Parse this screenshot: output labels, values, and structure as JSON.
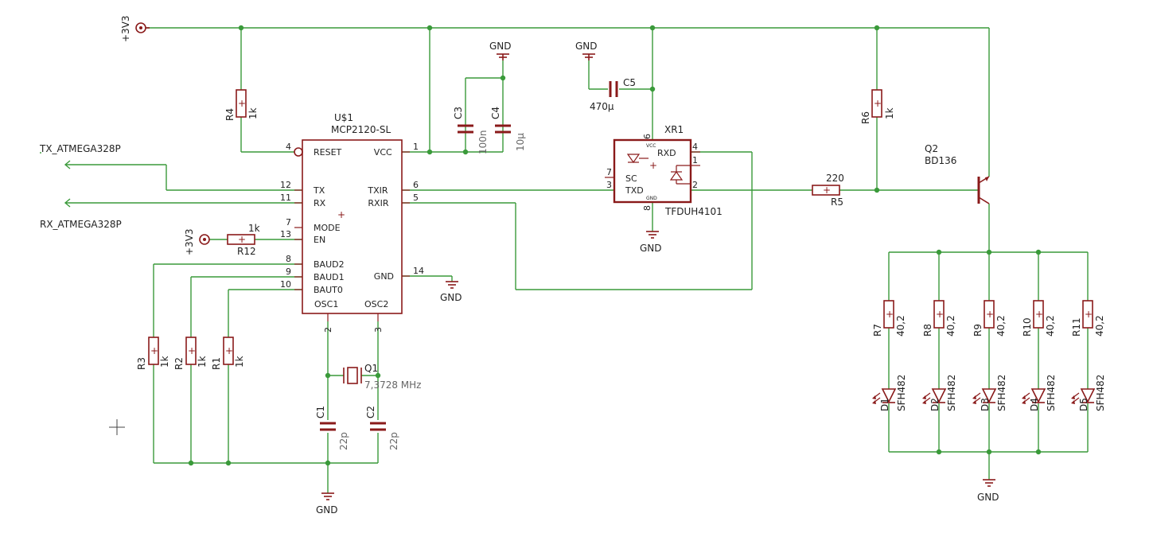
{
  "supplies": {
    "vcc": "+3V3",
    "gnd": "GND"
  },
  "nets": {
    "tx": "TX_ATMEGA328P",
    "rx": "RX_ATMEGA328P"
  },
  "u1": {
    "name": "U$1",
    "part": "MCP2120-SL",
    "left_pins": [
      {
        "num": "4",
        "label": "RESET"
      },
      {
        "num": "12",
        "label": "TX"
      },
      {
        "num": "11",
        "label": "RX"
      },
      {
        "num": "7",
        "label": "MODE"
      },
      {
        "num": "13",
        "label": "EN"
      },
      {
        "num": "8",
        "label": "BAUD2"
      },
      {
        "num": "9",
        "label": "BAUD1"
      },
      {
        "num": "10",
        "label": "BAUT0"
      }
    ],
    "right_pins": [
      {
        "num": "1",
        "label": "VCC"
      },
      {
        "num": "6",
        "label": "TXIR"
      },
      {
        "num": "5",
        "label": "RXIR"
      },
      {
        "num": "14",
        "label": "GND"
      }
    ],
    "bottom_pins": [
      {
        "num": "2",
        "label": "OSC1"
      },
      {
        "num": "3",
        "label": "OSC2"
      }
    ]
  },
  "xr1": {
    "name": "XR1",
    "part": "TFDUH4101",
    "labels": {
      "rxd": "RXD",
      "sc": "SC",
      "txd": "TXD",
      "vcc": "VCC",
      "gnd": "GND"
    },
    "pins": {
      "p4": "4",
      "p1": "1",
      "p2": "2",
      "p7": "7",
      "p3": "3",
      "p6": "6",
      "p8": "8"
    }
  },
  "q2": {
    "name": "Q2",
    "part": "BD136"
  },
  "q1": {
    "name": "Q1",
    "value": "7,3728 MHz"
  },
  "resistors": {
    "r1": {
      "name": "R1",
      "value": "1k"
    },
    "r2": {
      "name": "R2",
      "value": "1k"
    },
    "r3": {
      "name": "R3",
      "value": "1k"
    },
    "r4": {
      "name": "R4",
      "value": "1k"
    },
    "r5": {
      "name": "R5",
      "value": "220"
    },
    "r6": {
      "name": "R6",
      "value": "1k"
    },
    "r12": {
      "name": "R12",
      "value": "1k"
    },
    "led_resistors": [
      {
        "name": "R7",
        "value": "40,2"
      },
      {
        "name": "R8",
        "value": "40,2"
      },
      {
        "name": "R9",
        "value": "40,2"
      },
      {
        "name": "R10",
        "value": "40,2"
      },
      {
        "name": "R11",
        "value": "40,2"
      }
    ]
  },
  "capacitors": {
    "c1": {
      "name": "C1",
      "value": "22p"
    },
    "c2": {
      "name": "C2",
      "value": "22p"
    },
    "c3": {
      "name": "C3",
      "value": "100n"
    },
    "c4": {
      "name": "C4",
      "value": "10µ"
    },
    "c5": {
      "name": "C5",
      "value": "470µ"
    }
  },
  "leds": [
    {
      "name": "D1",
      "part": "SFH482"
    },
    {
      "name": "D2",
      "part": "SFH482"
    },
    {
      "name": "D3",
      "part": "SFH482"
    },
    {
      "name": "D4",
      "part": "SFH482"
    },
    {
      "name": "D5",
      "part": "SFH482"
    }
  ],
  "colors": {
    "wire": "#3a9a3a",
    "symbol": "#8a1a1a",
    "text": "#222222"
  }
}
